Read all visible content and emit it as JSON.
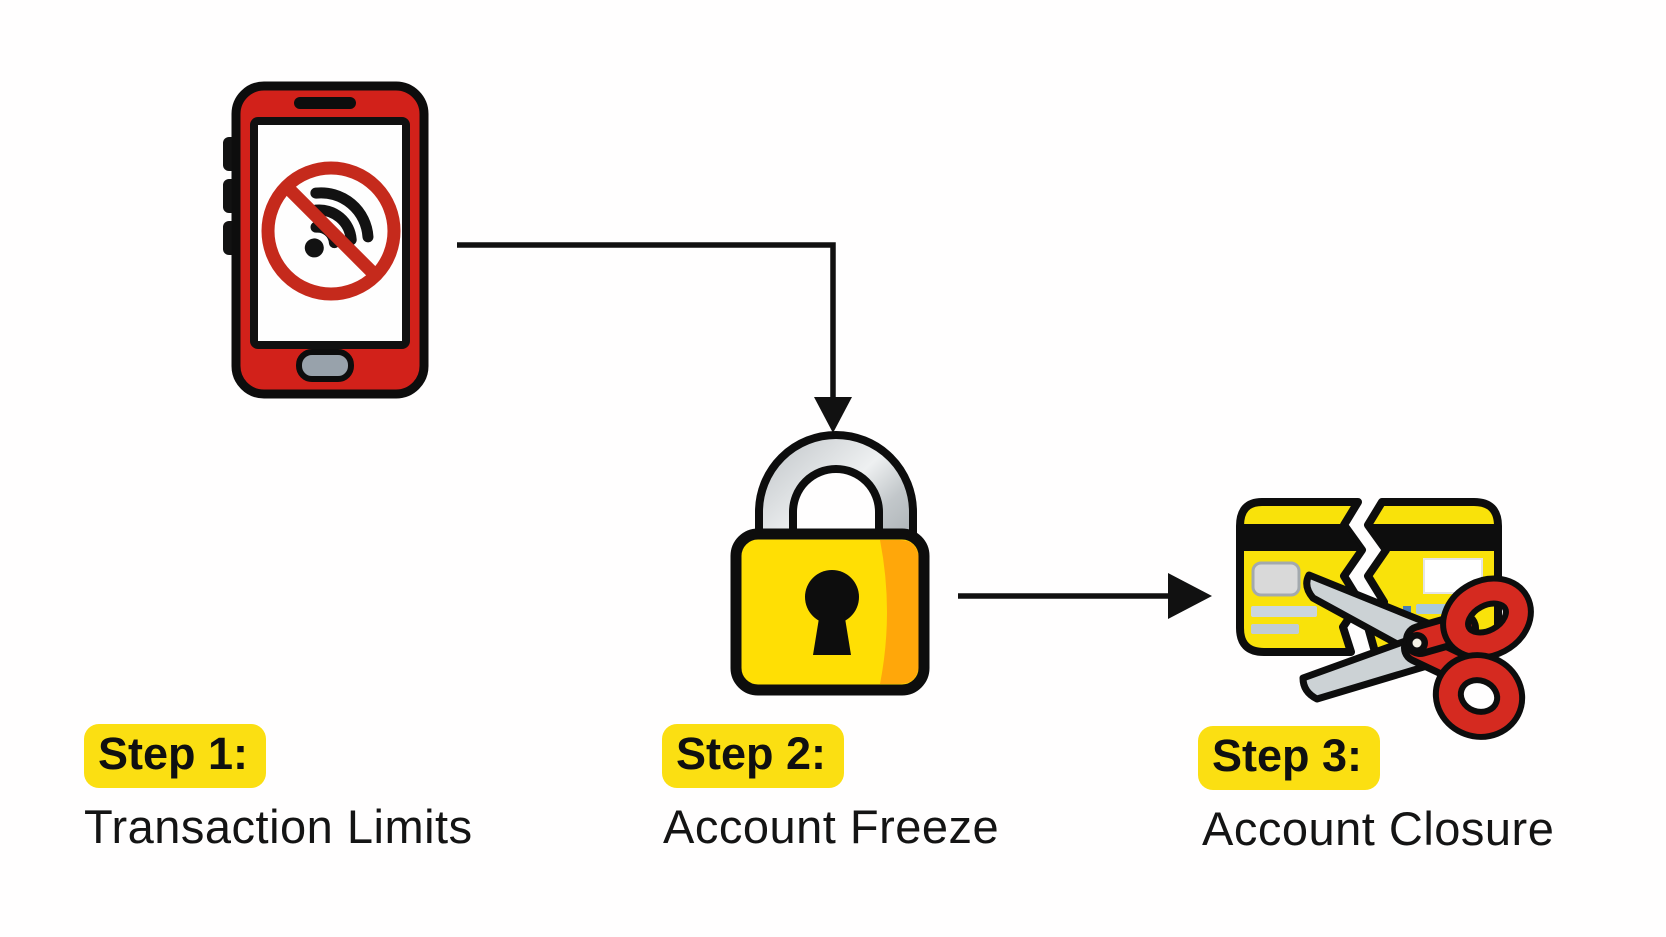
{
  "palette": {
    "background": "#fffefe",
    "ink": "#141414",
    "highlight_yellow": "#fbdf12",
    "phone_red": "#d2211a",
    "prohibition_red": "#c52a1c",
    "lock_yellow": "#ffdf04",
    "lock_orange": "#ffa70a",
    "card_yellow": "#f9e20a",
    "scissors_red": "#d52a20",
    "steel_gray": "#cfd3d6",
    "line_black": "#111111"
  },
  "diagram": {
    "type": "flow",
    "direction": "left-to-right",
    "steps": [
      {
        "badge": "Step 1:",
        "caption": "Transaction Limits",
        "icon": "phone-no-wifi-icon"
      },
      {
        "badge": "Step 2:",
        "caption": "Account Freeze",
        "icon": "padlock-icon"
      },
      {
        "badge": "Step 3:",
        "caption": "Account Closure",
        "icon": "cut-credit-card-icon"
      }
    ],
    "connectors": [
      {
        "from": "step-1",
        "to": "step-2",
        "style": "elbow-right-then-down-arrow"
      },
      {
        "from": "step-2",
        "to": "step-3",
        "style": "straight-right-arrow"
      }
    ]
  }
}
